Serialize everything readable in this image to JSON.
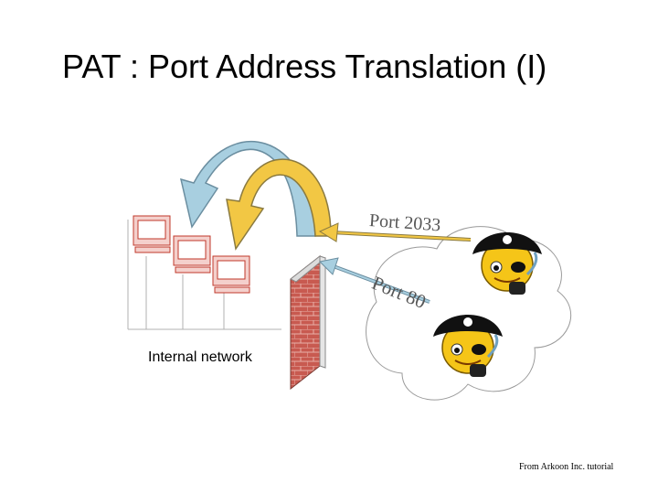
{
  "title": "PAT : Port Address Translation (I)",
  "labels": {
    "port_outgoing": "Port 2033",
    "port_incoming": "Port 80",
    "internal_network": "Internal network",
    "credit": "From Arkoon Inc. tutorial"
  },
  "colors": {
    "arrow_blue": "#a8cfe0",
    "arrow_yellow": "#f2c744",
    "brick": "#c0504d",
    "monitor": "#c0392b"
  }
}
